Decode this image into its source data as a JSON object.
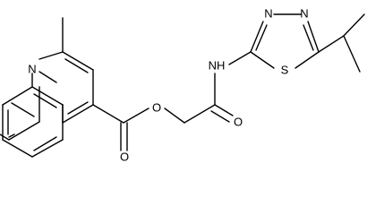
{
  "atom_labels": {
    "quinoline_n": "N",
    "ester_o": "O",
    "ester_carbonyl_o": "O",
    "amide_nh": "NH",
    "amide_carbonyl_o": "O",
    "thiadiazole_n3": "N",
    "thiadiazole_n4": "N",
    "thiadiazole_s": "S"
  },
  "colors": {
    "bond": "#000000",
    "label": "#000000",
    "background": "#ffffff"
  }
}
